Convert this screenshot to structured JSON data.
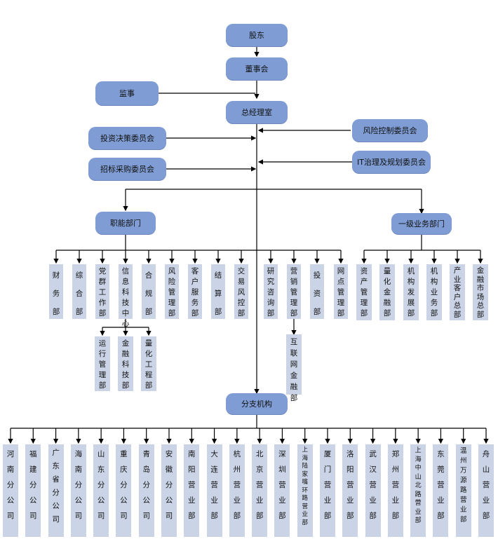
{
  "top": {
    "shareholders": "股东",
    "board": "董事会",
    "supervisor": "监事",
    "gm_office": "总经理室",
    "committees_left": [
      "投资决策委员会",
      "招标采购委员会"
    ],
    "committees_right": [
      "风险控制委员会",
      "IT治理及规划委员会"
    ]
  },
  "functional": {
    "title": "职能部门",
    "departments": [
      "财务部",
      "综合部",
      "党群工作部",
      "信息科技中心",
      "合规部",
      "风险管理部",
      "客户服务部",
      "结算部",
      "交易风控部",
      "研究咨询部",
      "营销管理部",
      "投资部",
      "网点管理部"
    ],
    "it_sub": [
      "运行管理部",
      "金融科技部",
      "量化工程部"
    ],
    "marketing_sub": [
      "互联网金融部"
    ]
  },
  "business": {
    "title": "一级业务部门",
    "departments": [
      "资产管理部",
      "量化金融部",
      "机构发展部",
      "机构业务部",
      "产业客户总部",
      "金融市场总部"
    ]
  },
  "branches": {
    "title": "分支机构",
    "items": [
      "河南分公司",
      "福建分公司",
      "广东省分公司",
      "海南分公司",
      "山东分公司",
      "重庆分公司",
      "青岛分公司",
      "安徽分公司",
      "南阳营业部",
      "大连营业部",
      "杭州营业部",
      "北京营业部",
      "深圳营业部",
      "上海陆家嘴环路营业部",
      "厦门营业部",
      "洛阳营业部",
      "武汉营业部",
      "郑州营业部",
      "上海中山北路营业部",
      "东莞营业部",
      "温州万源路营业部",
      "舟山营业部"
    ]
  },
  "colors": {
    "pill": "#7f9dd4",
    "box": "#cad4e6",
    "line": "#000000"
  }
}
